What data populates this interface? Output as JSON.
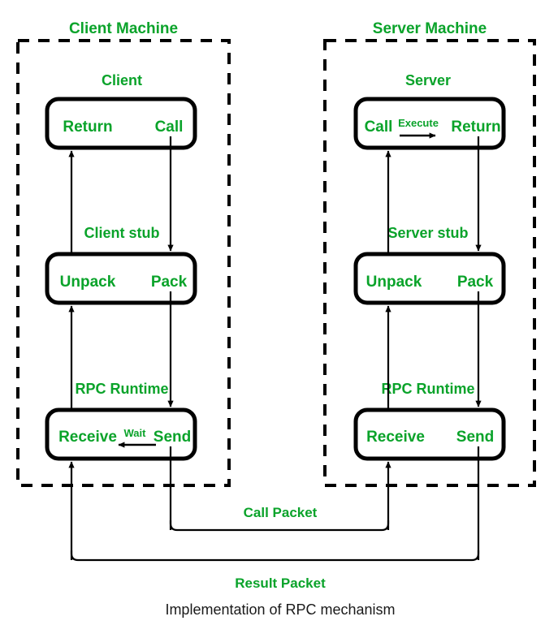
{
  "diagram": {
    "caption": "Implementation of RPC mechanism",
    "accent_color": "#0aa32a",
    "line_color": "#000000",
    "background": "#ffffff"
  },
  "machines": [
    {
      "id": "client-machine",
      "title": "Client Machine",
      "layers": [
        {
          "id": "client",
          "title": "Client",
          "left_port": "Return",
          "right_port": "Call",
          "inner_edge_label": ""
        },
        {
          "id": "client-stub",
          "title": "Client stub",
          "left_port": "Unpack",
          "right_port": "Pack",
          "inner_edge_label": ""
        },
        {
          "id": "client-rpc-runtime",
          "title": "RPC Runtime",
          "left_port": "Receive",
          "right_port": "Send",
          "inner_edge_label": "Wait"
        }
      ]
    },
    {
      "id": "server-machine",
      "title": "Server Machine",
      "layers": [
        {
          "id": "server",
          "title": "Server",
          "left_port": "Call",
          "right_port": "Return",
          "inner_edge_label": "Execute"
        },
        {
          "id": "server-stub",
          "title": "Server stub",
          "left_port": "Unpack",
          "right_port": "Pack",
          "inner_edge_label": ""
        },
        {
          "id": "server-rpc-runtime",
          "title": "RPC Runtime",
          "left_port": "Receive",
          "right_port": "Send",
          "inner_edge_label": ""
        }
      ]
    }
  ],
  "packets": [
    {
      "id": "call-packet",
      "label": "Call Packet",
      "from": "client-send",
      "to": "server-receive"
    },
    {
      "id": "result-packet",
      "label": "Result Packet",
      "from": "server-send",
      "to": "client-receive"
    }
  ]
}
